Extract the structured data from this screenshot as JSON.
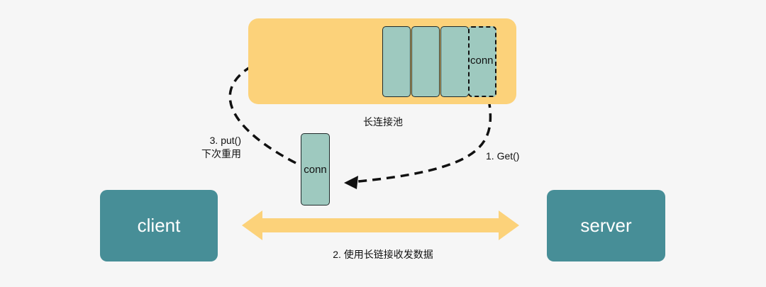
{
  "pool": {
    "caption": "长连接池",
    "slot_label": "conn"
  },
  "floating_conn": {
    "label": "conn"
  },
  "nodes": {
    "client": "client",
    "server": "server"
  },
  "steps": {
    "get": "1. Get()",
    "transfer": "2. 使用长链接收发数据",
    "put_line1": "3. put()",
    "put_line2": "下次重用"
  },
  "colors": {
    "pool_bg": "#fcd27a",
    "slot_fill": "#9ec9bf",
    "node_fill": "#478e97",
    "arrow_fill": "#fcd27a",
    "background": "#f6f6f6"
  }
}
